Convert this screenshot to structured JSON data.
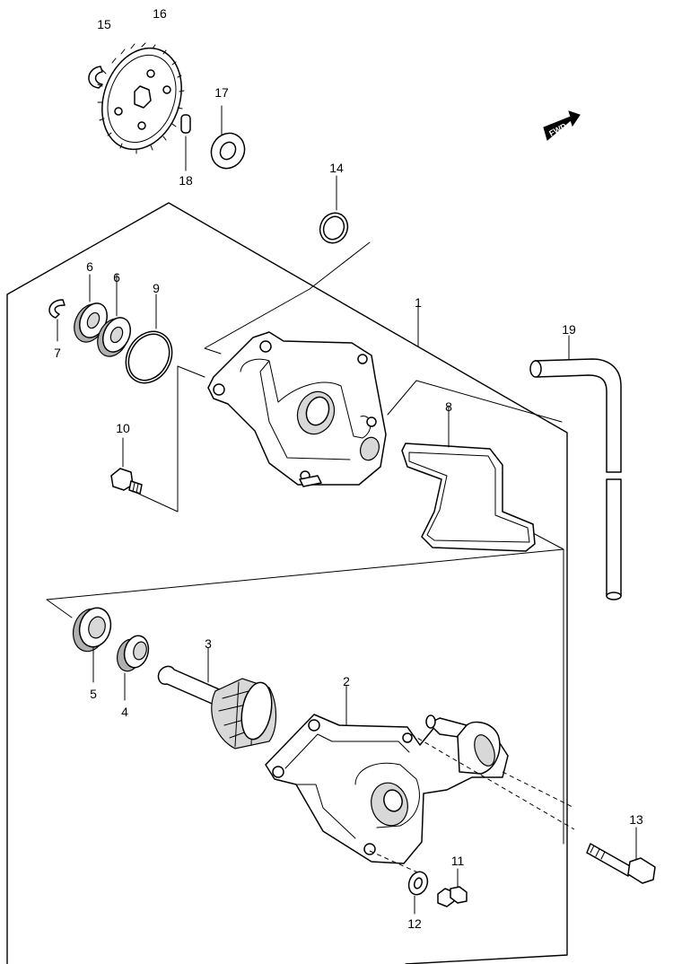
{
  "fwd_label": "FWD",
  "callouts": {
    "c1": "1",
    "c2": "2",
    "c3": "3",
    "c4": "4",
    "c5": "5",
    "c6a": "6",
    "c6b": "6",
    "c7": "7",
    "c8": "8",
    "c9": "9",
    "c10": "10",
    "c11": "11",
    "c12": "12",
    "c13": "13",
    "c14": "14",
    "c15": "15",
    "c16": "16",
    "c17": "17",
    "c18": "18",
    "c19": "19"
  }
}
